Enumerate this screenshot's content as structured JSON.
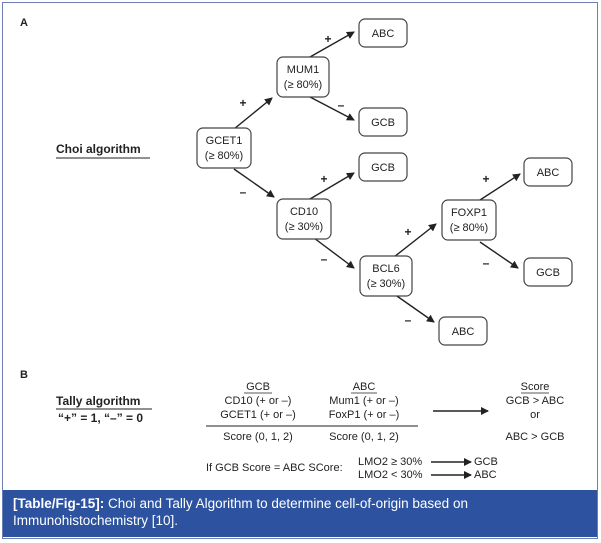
{
  "panel_a": {
    "label": "A",
    "title": "Choi algorithm",
    "nodes": {
      "gcet1": {
        "name": "GCET1",
        "threshold": "(≥ 80%)"
      },
      "mum1": {
        "name": "MUM1",
        "threshold": "(≥ 80%)"
      },
      "cd10": {
        "name": "CD10",
        "threshold": "(≥ 30%)"
      },
      "bcl6": {
        "name": "BCL6",
        "threshold": "(≥ 30%)"
      },
      "foxp1": {
        "name": "FOXP1",
        "threshold": "(≥ 80%)"
      },
      "mum1_pos": "ABC",
      "mum1_neg": "GCB",
      "cd10_pos": "GCB",
      "bcl6_neg": "ABC",
      "foxp1_pos": "ABC",
      "foxp1_neg": "GCB"
    },
    "plus": "+",
    "minus": "–"
  },
  "panel_b": {
    "label": "B",
    "title": "Tally algorithm",
    "scoring": "“+” = 1, “–” = 0",
    "gcb_header": "GCB",
    "gcb_row1": "CD10 (+ or –)",
    "gcb_row2": "GCET1 (+ or –)",
    "gcb_score": "Score (0, 1, 2)",
    "abc_header": "ABC",
    "abc_row1": "Mum1 (+ or –)",
    "abc_row2": "FoxP1 (+ or –)",
    "abc_score": "Score (0, 1, 2)",
    "result_header": "Score",
    "result1": "GCB > ABC",
    "result_or": "or",
    "result2": "ABC > GCB",
    "tie_label": "If GCB Score = ABC SCore:",
    "tie_rule1": "LMO2 ≥ 30%",
    "tie_result1": "GCB",
    "tie_rule2": "LMO2 < 30%",
    "tie_result2": "ABC"
  },
  "caption": {
    "label": "[Table/Fig-15]:",
    "text": " Choi and Tally Algorithm to determine cell-of-origin based on Immunohistochemistry [10]."
  }
}
